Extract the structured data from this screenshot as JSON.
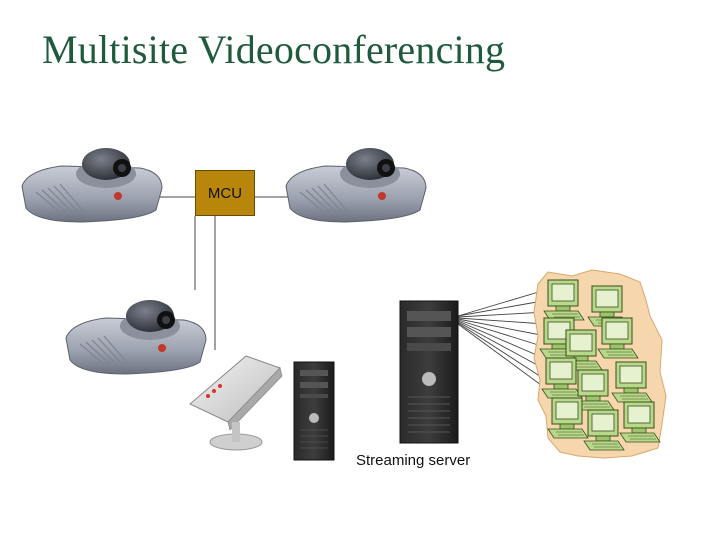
{
  "slide": {
    "title": "Multisite Videoconferencing"
  },
  "diagram": {
    "mcu_label": "MCU",
    "streaming_server_label": "Streaming server"
  },
  "icons": {
    "video_endpoint": "videoconference-camera-icon",
    "encoder": "streaming-encoder-icon",
    "tower": "tower-server-icon",
    "client": "desktop-computer-icon"
  },
  "colors": {
    "title": "#1f5a3c",
    "mcu_fill": "#b8860b",
    "client_backdrop": "#f6d7ad"
  }
}
